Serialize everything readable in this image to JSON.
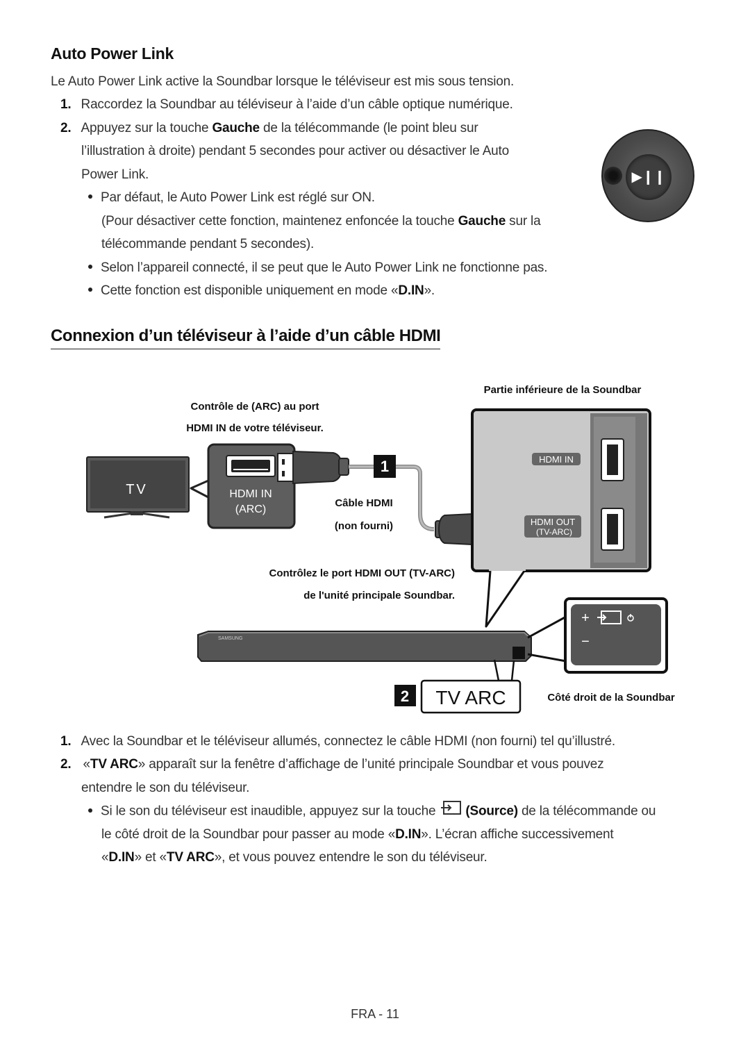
{
  "auto_power_link": {
    "heading": "Auto Power Link",
    "intro": "Le Auto Power Link active la Soundbar lorsque le téléviseur est mis sous tension.",
    "step1_num": "1.",
    "step1": "Raccordez la Soundbar au téléviseur à l’aide d’un câble optique numérique.",
    "step2_num": "2.",
    "step2_a": "Appuyez sur la touche ",
    "step2_bold": "Gauche",
    "step2_b": " de la télécommande (le point bleu sur",
    "step2_line2": "l’illustration à droite) pendant 5 secondes pour activer ou désactiver le Auto",
    "step2_line3": "Power Link.",
    "bullet1": "Par défaut, le Auto Power Link est réglé sur ON.",
    "bullet1_sub_a": "(Pour désactiver cette fonction, maintenez enfoncée la touche ",
    "bullet1_sub_bold": "Gauche",
    "bullet1_sub_b": " sur la",
    "bullet1_sub_line2": "télécommande pendant 5 secondes).",
    "bullet2": "Selon l’appareil connecté, il se peut que le Auto Power Link ne fonctionne pas.",
    "bullet3_a": "Cette fonction est disponible uniquement en mode «",
    "bullet3_bold": "D.IN",
    "bullet3_b": "».",
    "remote_icon": "play-pause-icon"
  },
  "hdmi_section": {
    "heading": "Connexion d’un téléviseur à l’aide d’un câble HDMI",
    "diagram": {
      "bottom_caption": "Partie inférieure de la Soundbar",
      "arc_caption_line1": "Contrôle de (ARC) au port",
      "arc_caption_line2": "HDMI IN de votre téléviseur.",
      "tv_label": "TV",
      "tv_port_label_line1": "HDMI IN",
      "tv_port_label_line2": "(ARC)",
      "step1_marker": "1",
      "cable_label_line1": "Câble HDMI",
      "cable_label_line2": "(non fourni)",
      "sb_hdmi_in": "HDMI IN",
      "sb_hdmi_out_line1": "HDMI OUT",
      "sb_hdmi_out_line2": "(TV-ARC)",
      "check_caption_line1": "Contrôlez le port HDMI OUT (TV-ARC)",
      "check_caption_line2": "de l'unité principale Soundbar.",
      "soundbar_brand": "SAMSUNG",
      "panel_plus": "+",
      "panel_minus": "−",
      "step2_marker": "2",
      "display_text": "TV ARC",
      "right_caption": "Côté droit de la Soundbar"
    },
    "step1_num": "1.",
    "step1": "Avec la Soundbar et le téléviseur allumés, connectez le câble HDMI (non fourni) tel qu’illustré.",
    "step2_num": "2.",
    "step2_a": "«",
    "step2_bold": "TV ARC",
    "step2_b": "» apparaît sur la fenêtre d’affichage de l’unité principale Soundbar et vous pouvez",
    "step2_line2": "entendre le son du téléviseur.",
    "bullet_a": "Si le son du téléviseur est inaudible, appuyez sur la touche ",
    "bullet_icon": "source-icon",
    "bullet_bold": "(Source)",
    "bullet_b": " de la télécommande ou",
    "bullet_line2_a": "le côté droit de la Soundbar pour passer au mode «",
    "bullet_line2_bold": "D.IN",
    "bullet_line2_b": "». L’écran affiche successivement",
    "bullet_line3_a": "«",
    "bullet_line3_bold1": "D.IN",
    "bullet_line3_mid": "» et «",
    "bullet_line3_bold2": "TV ARC",
    "bullet_line3_b": "», et vous pouvez entendre le son du téléviseur."
  },
  "footer": {
    "page_label": "FRA - 11"
  }
}
